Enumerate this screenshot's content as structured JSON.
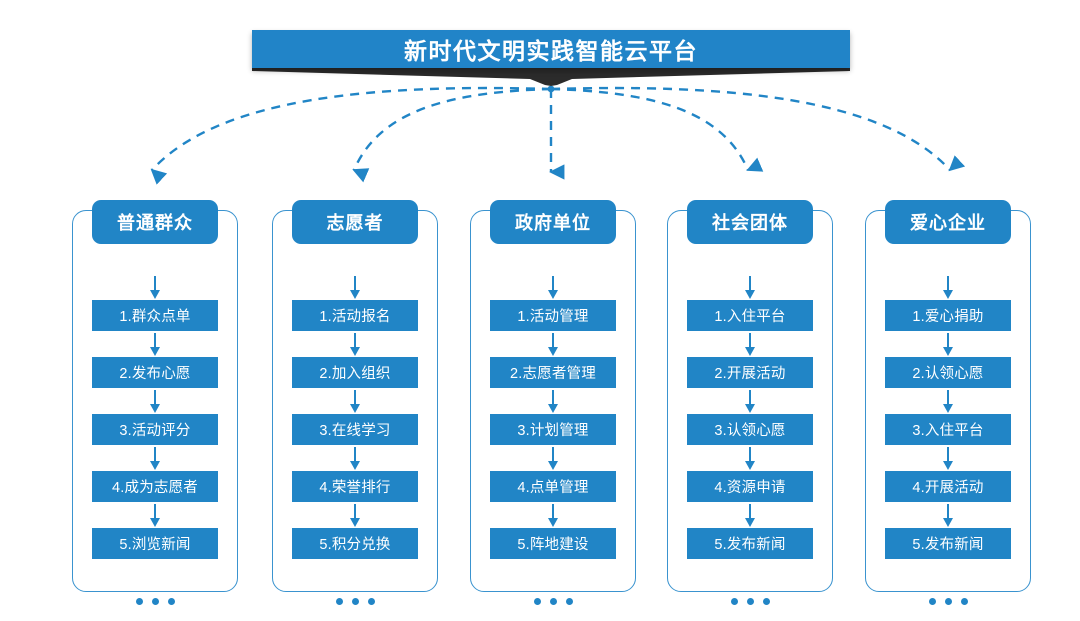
{
  "title": {
    "text": "新时代文明实践智能云平台"
  },
  "theme": {
    "banner_blue": "#2184c8",
    "box_blue": "#2185c6",
    "frame_blue": "#3a93cf",
    "shadow_dark": "#2b2b2b",
    "background": "#ffffff",
    "text_white": "#ffffff"
  },
  "ellipsis_label": "...",
  "columns": [
    {
      "header": "普通群众",
      "items": [
        "1.群众点单",
        "2.发布心愿",
        "3.活动评分",
        "4.成为志愿者",
        "5.浏览新闻"
      ]
    },
    {
      "header": "志愿者",
      "items": [
        "1.活动报名",
        "2.加入组织",
        "3.在线学习",
        "4.荣誉排行",
        "5.积分兑换"
      ]
    },
    {
      "header": "政府单位",
      "items": [
        "1.活动管理",
        "2.志愿者管理",
        "3.计划管理",
        "4.点单管理",
        "5.阵地建设"
      ]
    },
    {
      "header": "社会团体",
      "items": [
        "1.入住平台",
        "2.开展活动",
        "3.认领心愿",
        "4.资源申请",
        "5.发布新闻"
      ]
    },
    {
      "header": "爱心企业",
      "items": [
        "1.爱心捐助",
        "2.认领心愿",
        "3.入住平台",
        "4.开展活动",
        "5.发布新闻"
      ]
    }
  ]
}
